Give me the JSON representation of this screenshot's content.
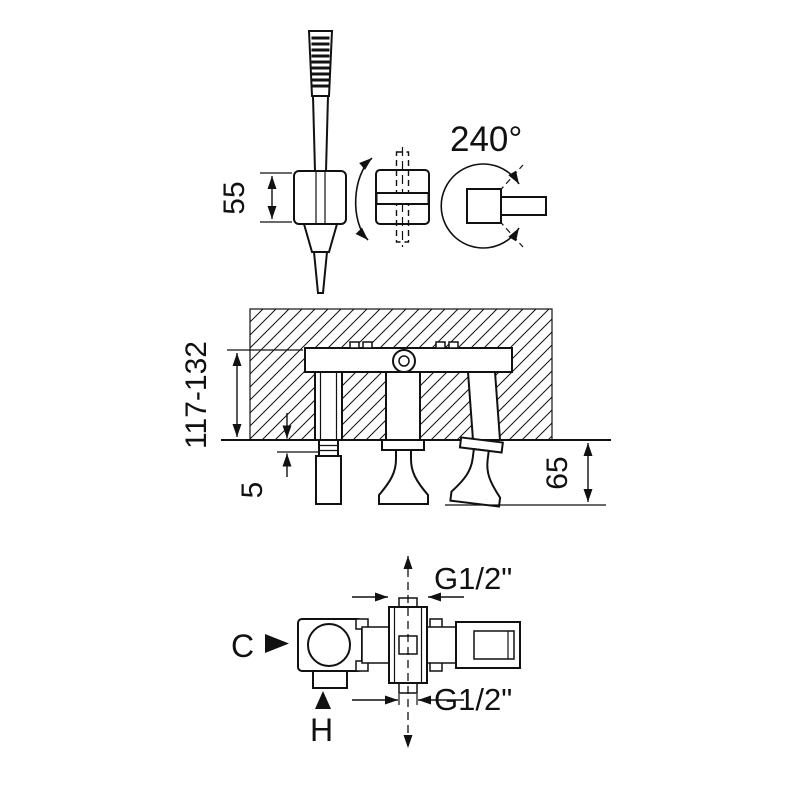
{
  "colors": {
    "line": "#111111",
    "background": "#ffffff"
  },
  "labels": {
    "dim_55": "55",
    "angle_240": "240°",
    "dim_117_132": "117-132",
    "dim_5": "5",
    "dim_65": "65",
    "g12_top": "G1/2\"",
    "g12_bottom": "G1/2\"",
    "label_c": "C",
    "label_h": "H"
  }
}
